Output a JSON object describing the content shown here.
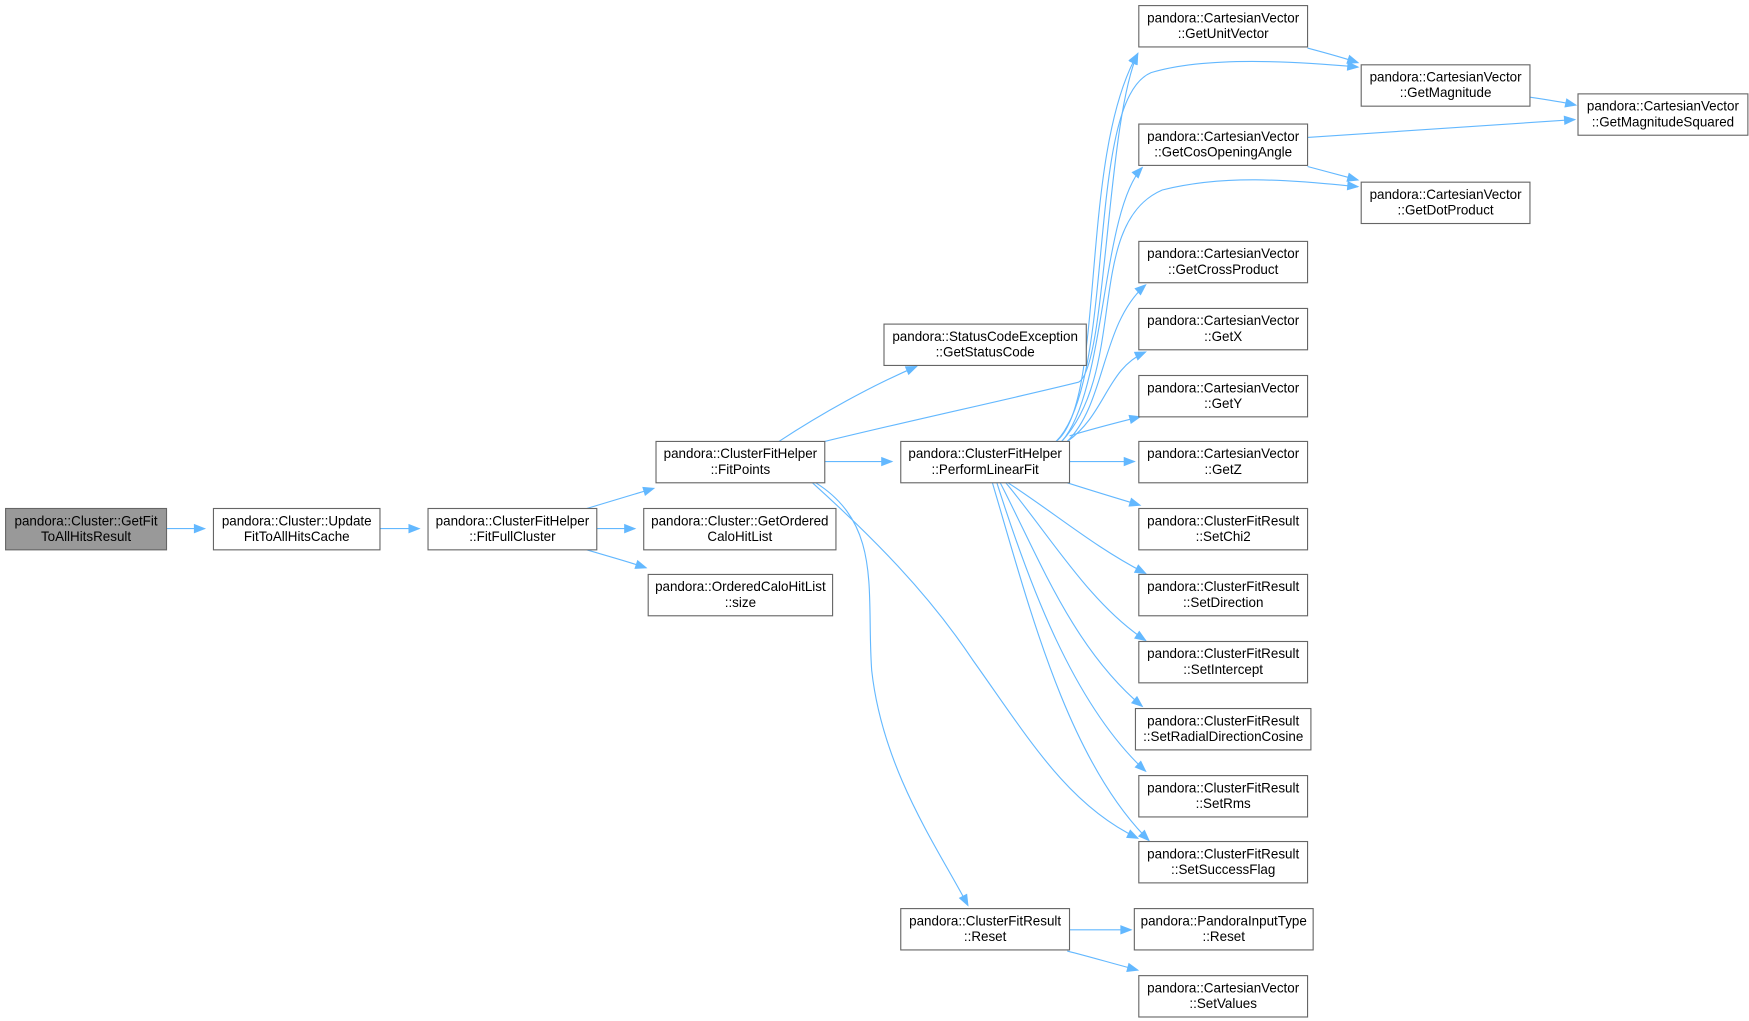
{
  "graph": {
    "colors": {
      "edge": "#63b8ff",
      "node_border": "#666666",
      "root_fill": "#999999",
      "node_fill": "#ffffff"
    },
    "nodes": [
      {
        "id": "n0",
        "root": true,
        "lines": [
          "pandora::Cluster::GetFit",
          "ToAllHitsResult"
        ]
      },
      {
        "id": "n1",
        "lines": [
          "pandora::Cluster::Update",
          "FitToAllHitsCache"
        ]
      },
      {
        "id": "n2",
        "lines": [
          "pandora::ClusterFitHelper",
          "::FitFullCluster"
        ]
      },
      {
        "id": "n3",
        "lines": [
          "pandora::ClusterFitHelper",
          "::FitPoints"
        ]
      },
      {
        "id": "n4",
        "lines": [
          "pandora::Cluster::GetOrdered",
          "CaloHitList"
        ]
      },
      {
        "id": "n5",
        "lines": [
          "pandora::OrderedCaloHitList",
          "::size"
        ]
      },
      {
        "id": "n6",
        "lines": [
          "pandora::StatusCodeException",
          "::GetStatusCode"
        ]
      },
      {
        "id": "n7",
        "lines": [
          "pandora::ClusterFitHelper",
          "::PerformLinearFit"
        ]
      },
      {
        "id": "n8",
        "lines": [
          "pandora::ClusterFitResult",
          "::Reset"
        ]
      },
      {
        "id": "n9",
        "lines": [
          "pandora::CartesianVector",
          "::GetUnitVector"
        ]
      },
      {
        "id": "n10",
        "lines": [
          "pandora::CartesianVector",
          "::GetCosOpeningAngle"
        ]
      },
      {
        "id": "n11",
        "lines": [
          "pandora::CartesianVector",
          "::GetCrossProduct"
        ]
      },
      {
        "id": "n12",
        "lines": [
          "pandora::CartesianVector",
          "::GetX"
        ]
      },
      {
        "id": "n13",
        "lines": [
          "pandora::CartesianVector",
          "::GetY"
        ]
      },
      {
        "id": "n14",
        "lines": [
          "pandora::CartesianVector",
          "::GetZ"
        ]
      },
      {
        "id": "n15",
        "lines": [
          "pandora::ClusterFitResult",
          "::SetChi2"
        ]
      },
      {
        "id": "n16",
        "lines": [
          "pandora::ClusterFitResult",
          "::SetDirection"
        ]
      },
      {
        "id": "n17",
        "lines": [
          "pandora::ClusterFitResult",
          "::SetIntercept"
        ]
      },
      {
        "id": "n18",
        "lines": [
          "pandora::ClusterFitResult",
          "::SetRadialDirectionCosine"
        ]
      },
      {
        "id": "n19",
        "lines": [
          "pandora::ClusterFitResult",
          "::SetRms"
        ]
      },
      {
        "id": "n20",
        "lines": [
          "pandora::ClusterFitResult",
          "::SetSuccessFlag"
        ]
      },
      {
        "id": "n21",
        "lines": [
          "pandora::PandoraInputType",
          "::Reset"
        ]
      },
      {
        "id": "n22",
        "lines": [
          "pandora::CartesianVector",
          "::SetValues"
        ]
      },
      {
        "id": "n23",
        "lines": [
          "pandora::CartesianVector",
          "::GetMagnitude"
        ]
      },
      {
        "id": "n24",
        "lines": [
          "pandora::CartesianVector",
          "::GetDotProduct"
        ]
      },
      {
        "id": "n25",
        "lines": [
          "pandora::CartesianVector",
          "::GetMagnitudeSquared"
        ]
      }
    ],
    "edges": [
      [
        "n0",
        "n1"
      ],
      [
        "n1",
        "n2"
      ],
      [
        "n2",
        "n3"
      ],
      [
        "n2",
        "n4"
      ],
      [
        "n2",
        "n5"
      ],
      [
        "n3",
        "n6"
      ],
      [
        "n3",
        "n7"
      ],
      [
        "n3",
        "n9"
      ],
      [
        "n3",
        "n8"
      ],
      [
        "n3",
        "n20"
      ],
      [
        "n7",
        "n9"
      ],
      [
        "n7",
        "n23"
      ],
      [
        "n7",
        "n10"
      ],
      [
        "n7",
        "n24"
      ],
      [
        "n7",
        "n11"
      ],
      [
        "n7",
        "n12"
      ],
      [
        "n7",
        "n13"
      ],
      [
        "n7",
        "n14"
      ],
      [
        "n7",
        "n15"
      ],
      [
        "n7",
        "n16"
      ],
      [
        "n7",
        "n17"
      ],
      [
        "n7",
        "n18"
      ],
      [
        "n7",
        "n19"
      ],
      [
        "n7",
        "n20"
      ],
      [
        "n9",
        "n23"
      ],
      [
        "n10",
        "n25"
      ],
      [
        "n10",
        "n24"
      ],
      [
        "n23",
        "n25"
      ],
      [
        "n8",
        "n21"
      ],
      [
        "n8",
        "n22"
      ]
    ]
  }
}
